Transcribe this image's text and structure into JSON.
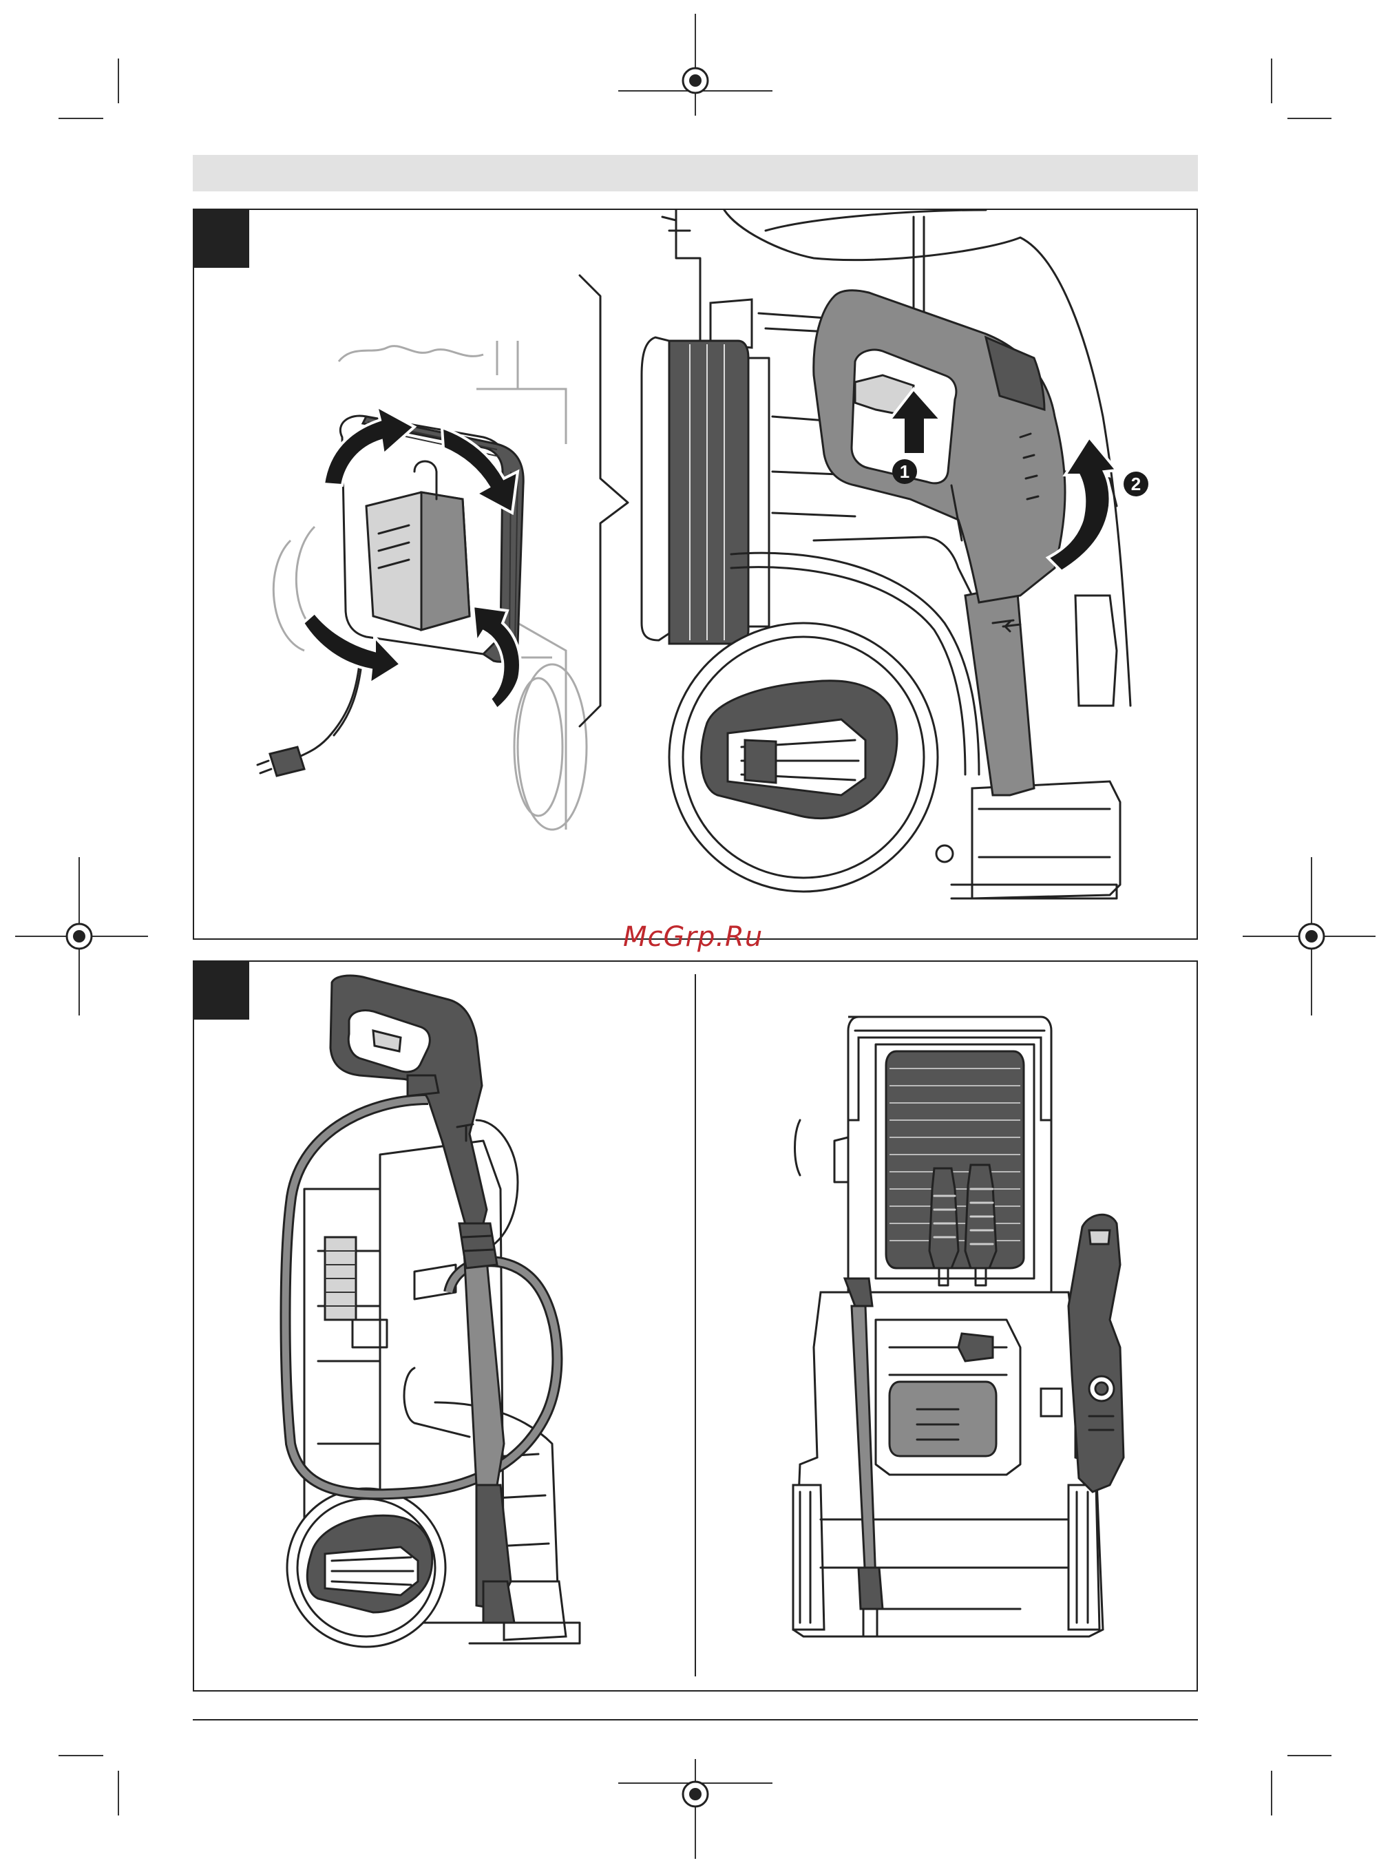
{
  "watermark": {
    "text": "McGrp.Ru"
  },
  "figures": [
    {
      "id": "figure-top",
      "callouts": [
        {
          "label": "1",
          "icon": "arrow-up-icon"
        },
        {
          "label": "2",
          "icon": "curved-arrow-icon"
        }
      ],
      "icons": [
        "rotate-arrows-icon",
        "hose-reel-icon",
        "spray-gun-icon",
        "power-plug-icon",
        "wheel-icon"
      ]
    },
    {
      "id": "figure-bottom",
      "icons": [
        "spray-gun-icon",
        "pressure-washer-side-view-icon",
        "pressure-washer-back-view-icon",
        "nozzle-icon",
        "hose-icon"
      ]
    }
  ],
  "colors": {
    "frame": "#222222",
    "header_bar": "#e2e2e2",
    "watermark": "#c0282d",
    "fill_dark": "#555555",
    "fill_mid": "#8a8a8a",
    "fill_light": "#d4d4d4"
  }
}
